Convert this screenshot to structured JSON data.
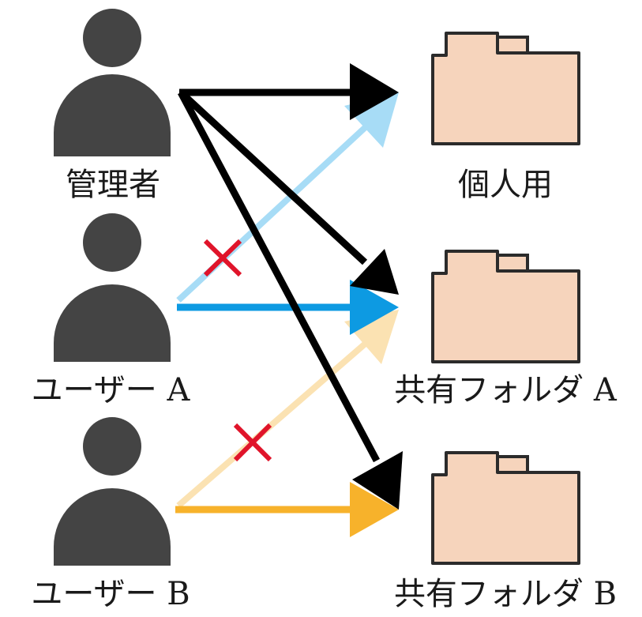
{
  "users": [
    {
      "id": "admin",
      "label": "管理者"
    },
    {
      "id": "user-a",
      "label": "ユーザー A"
    },
    {
      "id": "user-b",
      "label": "ユーザー B"
    }
  ],
  "folders": [
    {
      "id": "personal",
      "label": "個人用"
    },
    {
      "id": "shared-a",
      "label": "共有フォルダ A"
    },
    {
      "id": "shared-b",
      "label": "共有フォルダ B"
    }
  ],
  "access": [
    {
      "from": "admin",
      "to": "personal",
      "allowed": true
    },
    {
      "from": "admin",
      "to": "shared-a",
      "allowed": true
    },
    {
      "from": "admin",
      "to": "shared-b",
      "allowed": true
    },
    {
      "from": "user-a",
      "to": "personal",
      "allowed": false
    },
    {
      "from": "user-a",
      "to": "shared-a",
      "allowed": true
    },
    {
      "from": "user-b",
      "to": "shared-a",
      "allowed": false
    },
    {
      "from": "user-b",
      "to": "shared-b",
      "allowed": true
    }
  ],
  "colors": {
    "person": "#444444",
    "admin_arrow": "#000000",
    "user_a_arrow": "#0d9ae2",
    "user_a_denied": "#a7dcf6",
    "user_b_arrow": "#f7b22b",
    "user_b_denied": "#fbe2b2",
    "deny_mark": "#e0142a",
    "folder_fill": "#f6d4bc",
    "folder_stroke": "#2b2b2b"
  }
}
